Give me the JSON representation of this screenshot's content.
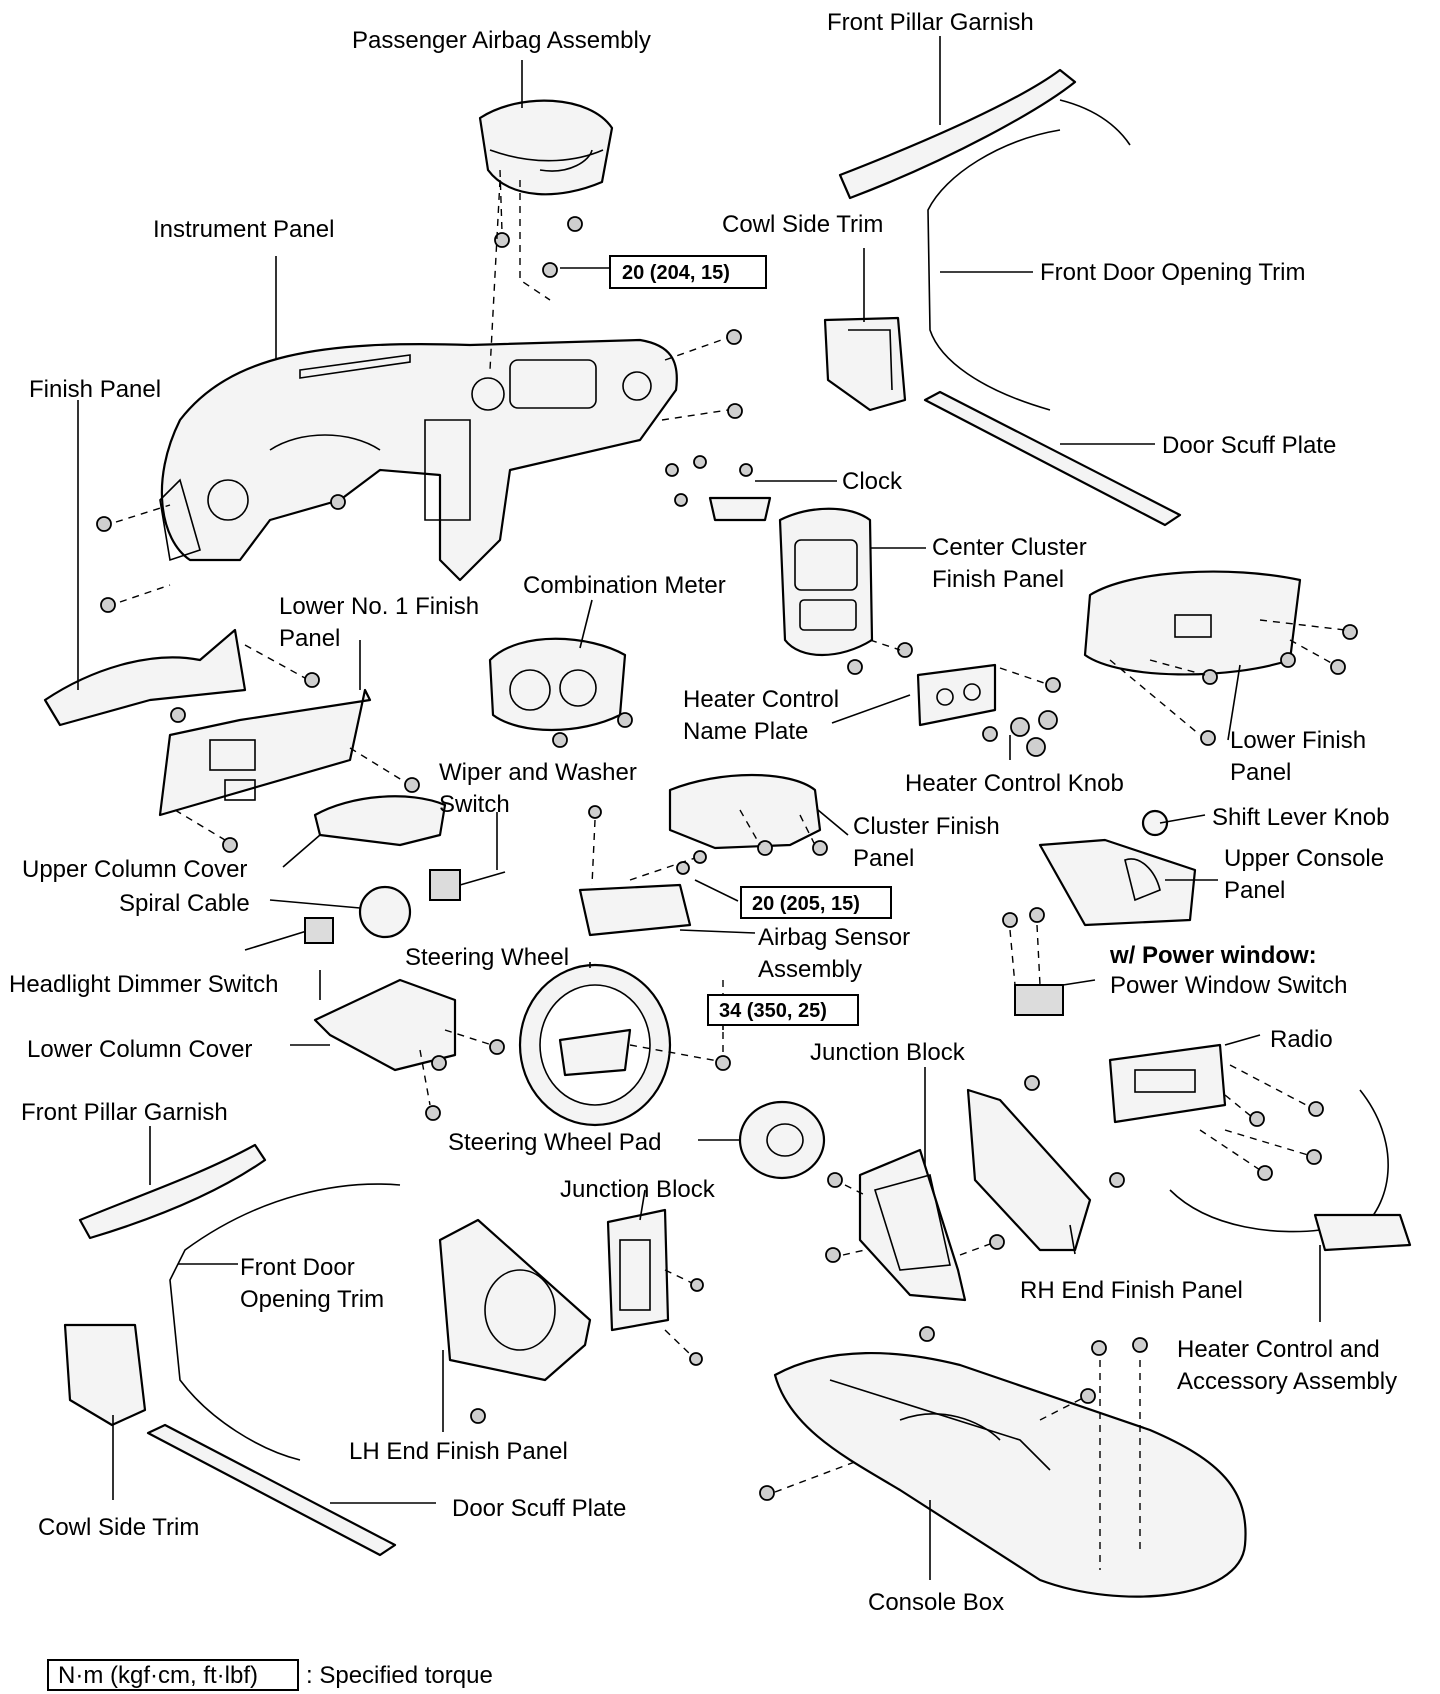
{
  "labels": {
    "passenger_airbag_assembly": "Passenger Airbag Assembly",
    "front_pillar_garnish_top": "Front Pillar Garnish",
    "instrument_panel": "Instrument Panel",
    "cowl_side_trim_top": "Cowl Side Trim",
    "front_door_opening_trim_top": "Front Door Opening Trim",
    "finish_panel": "Finish Panel",
    "door_scuff_plate_top": "Door Scuff Plate",
    "clock": "Clock",
    "center_cluster_finish_panel_1": "Center Cluster",
    "center_cluster_finish_panel_2": "Finish Panel",
    "lower_no1_finish_panel_1": "Lower No. 1 Finish",
    "lower_no1_finish_panel_2": "Panel",
    "combination_meter": "Combination Meter",
    "heater_control_name_plate_1": "Heater Control",
    "heater_control_name_plate_2": "Name Plate",
    "lower_finish_panel_1": "Lower Finish",
    "lower_finish_panel_2": "Panel",
    "heater_control_knob": "Heater Control Knob",
    "wiper_washer_switch_1": "Wiper and Washer",
    "wiper_washer_switch_2": "Switch",
    "shift_lever_knob": "Shift Lever Knob",
    "cluster_finish_panel_1": "Cluster Finish",
    "cluster_finish_panel_2": "Panel",
    "upper_console_panel_1": "Upper Console",
    "upper_console_panel_2": "Panel",
    "upper_column_cover": "Upper Column Cover",
    "spiral_cable": "Spiral Cable",
    "airbag_sensor_assembly_1": "Airbag Sensor",
    "airbag_sensor_assembly_2": "Assembly",
    "power_window_heading": "w/ Power window:",
    "power_window_switch": "Power Window Switch",
    "headlight_dimmer_switch": "Headlight Dimmer Switch",
    "steering_wheel": "Steering Wheel",
    "lower_column_cover": "Lower Column Cover",
    "junction_block_right": "Junction Block",
    "radio": "Radio",
    "front_pillar_garnish_bottom": "Front Pillar Garnish",
    "steering_wheel_pad": "Steering Wheel Pad",
    "junction_block_center": "Junction Block",
    "front_door_opening_trim_bottom_1": "Front Door",
    "front_door_opening_trim_bottom_2": "Opening Trim",
    "rh_end_finish_panel": "RH End Finish Panel",
    "heater_control_accessory_1": "Heater Control and",
    "heater_control_accessory_2": "Accessory Assembly",
    "lh_end_finish_panel": "LH End Finish Panel",
    "cowl_side_trim_bottom": "Cowl Side Trim",
    "door_scuff_plate_bottom": "Door Scuff Plate",
    "console_box": "Console Box"
  },
  "torque": {
    "passenger_airbag": "20 (204, 15)",
    "airbag_sensor": "20 (205, 15)",
    "steering_wheel": "34 (350, 25)"
  },
  "legend": {
    "unit_box": "N·m (kgf·cm, ft·lbf)",
    "text": ": Specified torque"
  }
}
